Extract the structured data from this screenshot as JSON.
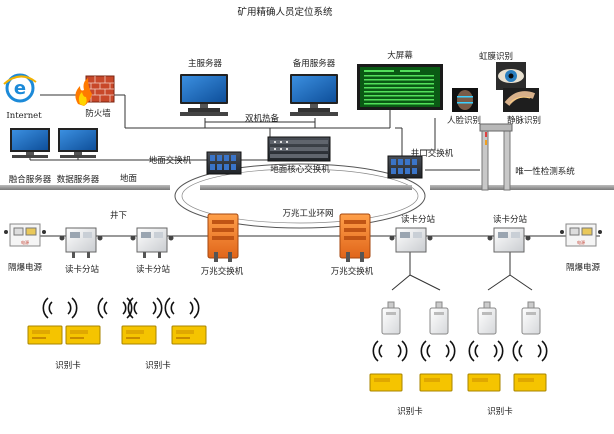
{
  "title": "矿用精确人员定位系统",
  "ground_label": "地面",
  "underground_label": "井下",
  "ring_label": "万兆工业环网",
  "core_switch_label": "地面核心交换机",
  "nodes": {
    "internet": "Internet",
    "firewall": "防火墙",
    "main_server": "主服务器",
    "backup_server": "备用服务器",
    "hot_standby": "双机热备",
    "big_screen": "大屏幕",
    "iris": "虹膜识别",
    "face": "人脸识别",
    "vein": "静脉识别",
    "fusion_server": "融合服务器",
    "data_server": "数据服务器",
    "ground_switch": "地面交换机",
    "wellhead_switch": "井口交换机",
    "uniqueness": "唯一性检测系统",
    "power_left": "隔爆电源",
    "power_right": "隔爆电源",
    "reader_left1": "读卡分站",
    "reader_left2": "读卡分站",
    "reader_right1": "读卡分站",
    "reader_right2": "读卡分站",
    "ring_switch_left": "万兆交换机",
    "ring_switch_right": "万兆交换机",
    "cards_left1": "识别卡",
    "cards_left2": "识别卡",
    "cards_right1": "识别卡",
    "cards_right2": "识别卡",
    "ie_logo": "e",
    "power_plate": "电源"
  },
  "colors": {
    "orange_switch": "#f07a28",
    "card_yellow": "#f5c400",
    "screen_green": "#0a5a14",
    "brick": "#c8482a",
    "monitor_blue": "#1a6fc4",
    "rack_dark": "#2b2f36"
  }
}
